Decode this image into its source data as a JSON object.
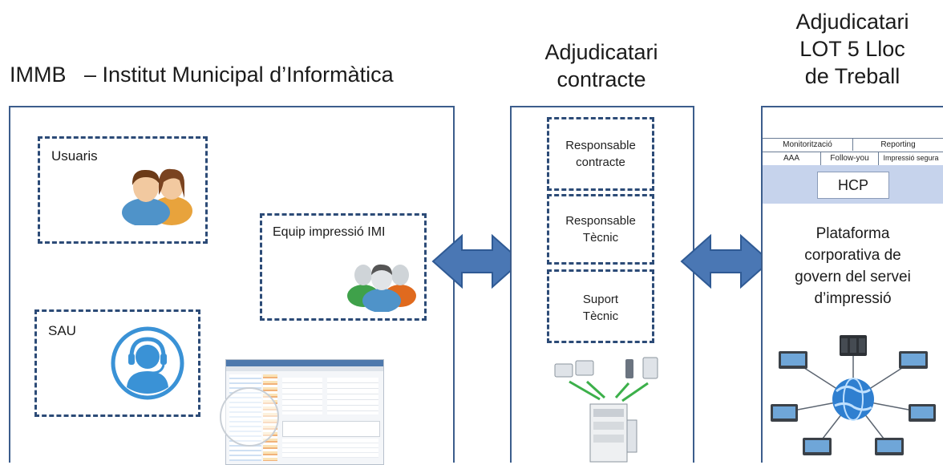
{
  "headings": {
    "immb": "IMMB   – Institut Municipal d’Informàtica",
    "contracte": [
      "Adjudicatari",
      "contracte"
    ],
    "lot5": [
      "Adjudicatari",
      "LOT 5 Lloc",
      "de Treball"
    ]
  },
  "left_panel": {
    "usuaris": "Usuaris",
    "equip": "Equip impressió IMI",
    "sau": "SAU"
  },
  "middle_panel": {
    "roles": [
      [
        "Responsable",
        "contracte"
      ],
      [
        "Responsable",
        "Tècnic"
      ],
      [
        "Suport",
        "Tècnic"
      ]
    ]
  },
  "right_panel": {
    "row1": [
      "Monitorització",
      "Reporting"
    ],
    "row2": [
      "AAA",
      "Follow-you",
      "Impressió segura"
    ],
    "hcp": "HCP",
    "platform": [
      "Plataforma",
      "corporativa de",
      "govern del servei",
      "d’impressió"
    ]
  },
  "colors": {
    "border": "#3c5d8c",
    "dash": "#2c4b77",
    "arrow": "#4a77b4",
    "hcp_band": "#c6d3ec"
  }
}
